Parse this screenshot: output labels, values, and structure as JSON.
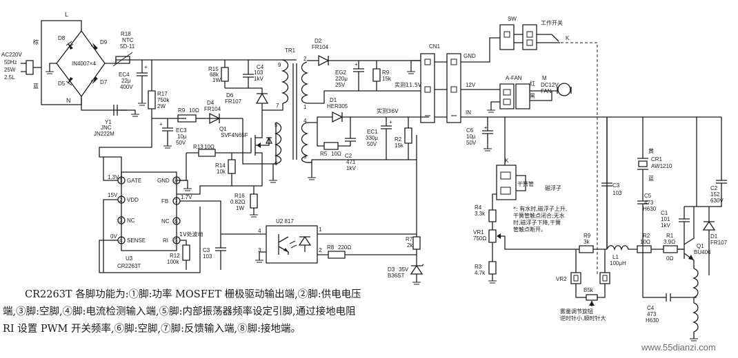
{
  "input": {
    "spec1": "AC220V",
    "spec2": "50Hz",
    "spec3": "25W",
    "spec4": "2.5L",
    "brown": "棕",
    "blue": "蓝",
    "L": "L",
    "N": "N"
  },
  "bridge": {
    "d8": "D8",
    "d9": "D9",
    "d5": "D5",
    "d7": "D7",
    "type": "IN4007×4"
  },
  "comps": {
    "r18": "R18",
    "r18v1": "NTC",
    "r18v2": "5D-11",
    "ec4": "EC4",
    "ec4v1": "22μ",
    "ec4v2": "400V",
    "r17": "R17",
    "r17v1": "750k",
    "r17v2": "2W",
    "y1": "Y1",
    "y1v1": "JNC",
    "y1v2": "JN222M",
    "r15": "R15",
    "r15v1": "68k",
    "r15v2": "1W",
    "c4t": "C4",
    "c4tv1": "103",
    "c4tv2": "1kV",
    "d6": "D6",
    "d6v": "FR107",
    "d4": "D4",
    "d4v": "FR104",
    "r9t": "R9",
    "r9tv": "10Ω",
    "ec3": "EC3",
    "ec3v1": "10μ",
    "ec3v2": "50V",
    "q1t": "Q1",
    "q1tv": "SVF4N65F",
    "r13": "R13",
    "r13v": "10Ω",
    "r14": "R14",
    "r14v": "10k",
    "r16": "R16",
    "r16v1": "0.82Ω",
    "r16v2": "1W",
    "tr1": "TR1",
    "d2": "D2",
    "d2v": "FR104",
    "eg2": "EG2",
    "eg2v1": "220μ",
    "eg2v2": "25V",
    "r9": "R9",
    "r9v": "15k",
    "meas1": "实测11.5V",
    "d1t": "D1",
    "d1tv": "HER305",
    "meas2": "实测36V",
    "ec1": "EC1",
    "ec1v1": "330μ",
    "ec1v2": "50V",
    "r5": "R5",
    "r5v": "10Ω",
    "c2t": "C2",
    "c2tv1": "471",
    "c2tv2": "1kV",
    "r2t": "R2",
    "r2tv": "15k",
    "u2": "U2 817",
    "r8": "R8",
    "r8v": "220Ω",
    "r7": "R7",
    "r7v": "2k",
    "d3": "D3",
    "d3v1": "35V",
    "d3v2": "B36ST",
    "c3t": "C3",
    "c3tv": "103",
    "r12": "R12",
    "r12v": "100k",
    "cn1": "CN1",
    "gnd": "GND",
    "v12": "12V",
    "in": "IN",
    "sw": "SW",
    "swname": "工作开关",
    "k": "K",
    "afan": "A-FAN",
    "red": "红",
    "black": "黑",
    "motor": "M",
    "fanv1": "DC12V",
    "fanv2": "FAN",
    "c6": "C6",
    "c6v1": "10μ",
    "c6v2": "50V",
    "reed": "干簧管",
    "kk": "K",
    "magnet": "磁浮子",
    "r4": "R4",
    "r4v": "3.3k",
    "vr1": "VR1",
    "vr1v": "750Ω",
    "r3": "R3",
    "r3v": "4.7k",
    "note1": "*: 有水时,磁浮子上升,",
    "note2": "干簧管触点闭合;无水",
    "note3": "时,磁浮子下降,干簧",
    "note4": "管触点断开。",
    "c3": "C3",
    "c3v": "103",
    "yellow": "黄",
    "cr1": "CR1",
    "cr1v": "AW1210",
    "blue2": "蓝",
    "c5": "C5",
    "c5v1": "473",
    "c5v2": "H630",
    "c1": "C1",
    "c1v1": "101",
    "c1v2": "1kV",
    "c2": "C2",
    "c2v1": "152",
    "c2v2": "630V",
    "r9b": "R9",
    "r9bv": "3k",
    "r2": "R2",
    "r2v": "10Ω",
    "r1": "R1",
    "r1v": "3.9Ω",
    "r1b": "0Ω",
    "l1": "L1",
    "l1v": "100μH",
    "q1": "Q1",
    "q1v": "BU406",
    "d1": "D1",
    "d1v": "FR107",
    "vr2": "VR2",
    "b5k": "B5k",
    "mist1": "雾量调节旋钮",
    "mist2": "逆时针小,顺时针大",
    "c4": "C4",
    "c4v1": "473",
    "c4v2": "H630"
  },
  "ic": {
    "name": "U3",
    "part": "CR2263T",
    "p1": "GATE",
    "p2": "VDD",
    "p3": "NC",
    "p4": "SENSE",
    "p5": "RI",
    "p6": "NC",
    "p7": "FB",
    "p8": "GND",
    "v13": "1.3V",
    "v15": "15V",
    "v0": "0V",
    "v17": "1.7V",
    "wave": "1V处波动"
  },
  "description": "CR2263T 各脚功能为:①脚:功率 MOSFET 栅极驱动输出端,②脚:供电电压端,③脚:空脚,④脚:电流检测输入端,⑤脚:内部振荡器频率设定引脚,通过接地电阻 RI 设置 PWM 开关频率,⑥脚:空脚,⑦脚:反馈输入端,⑧脚:接地端。",
  "watermark": "www.55dianzi.com"
}
